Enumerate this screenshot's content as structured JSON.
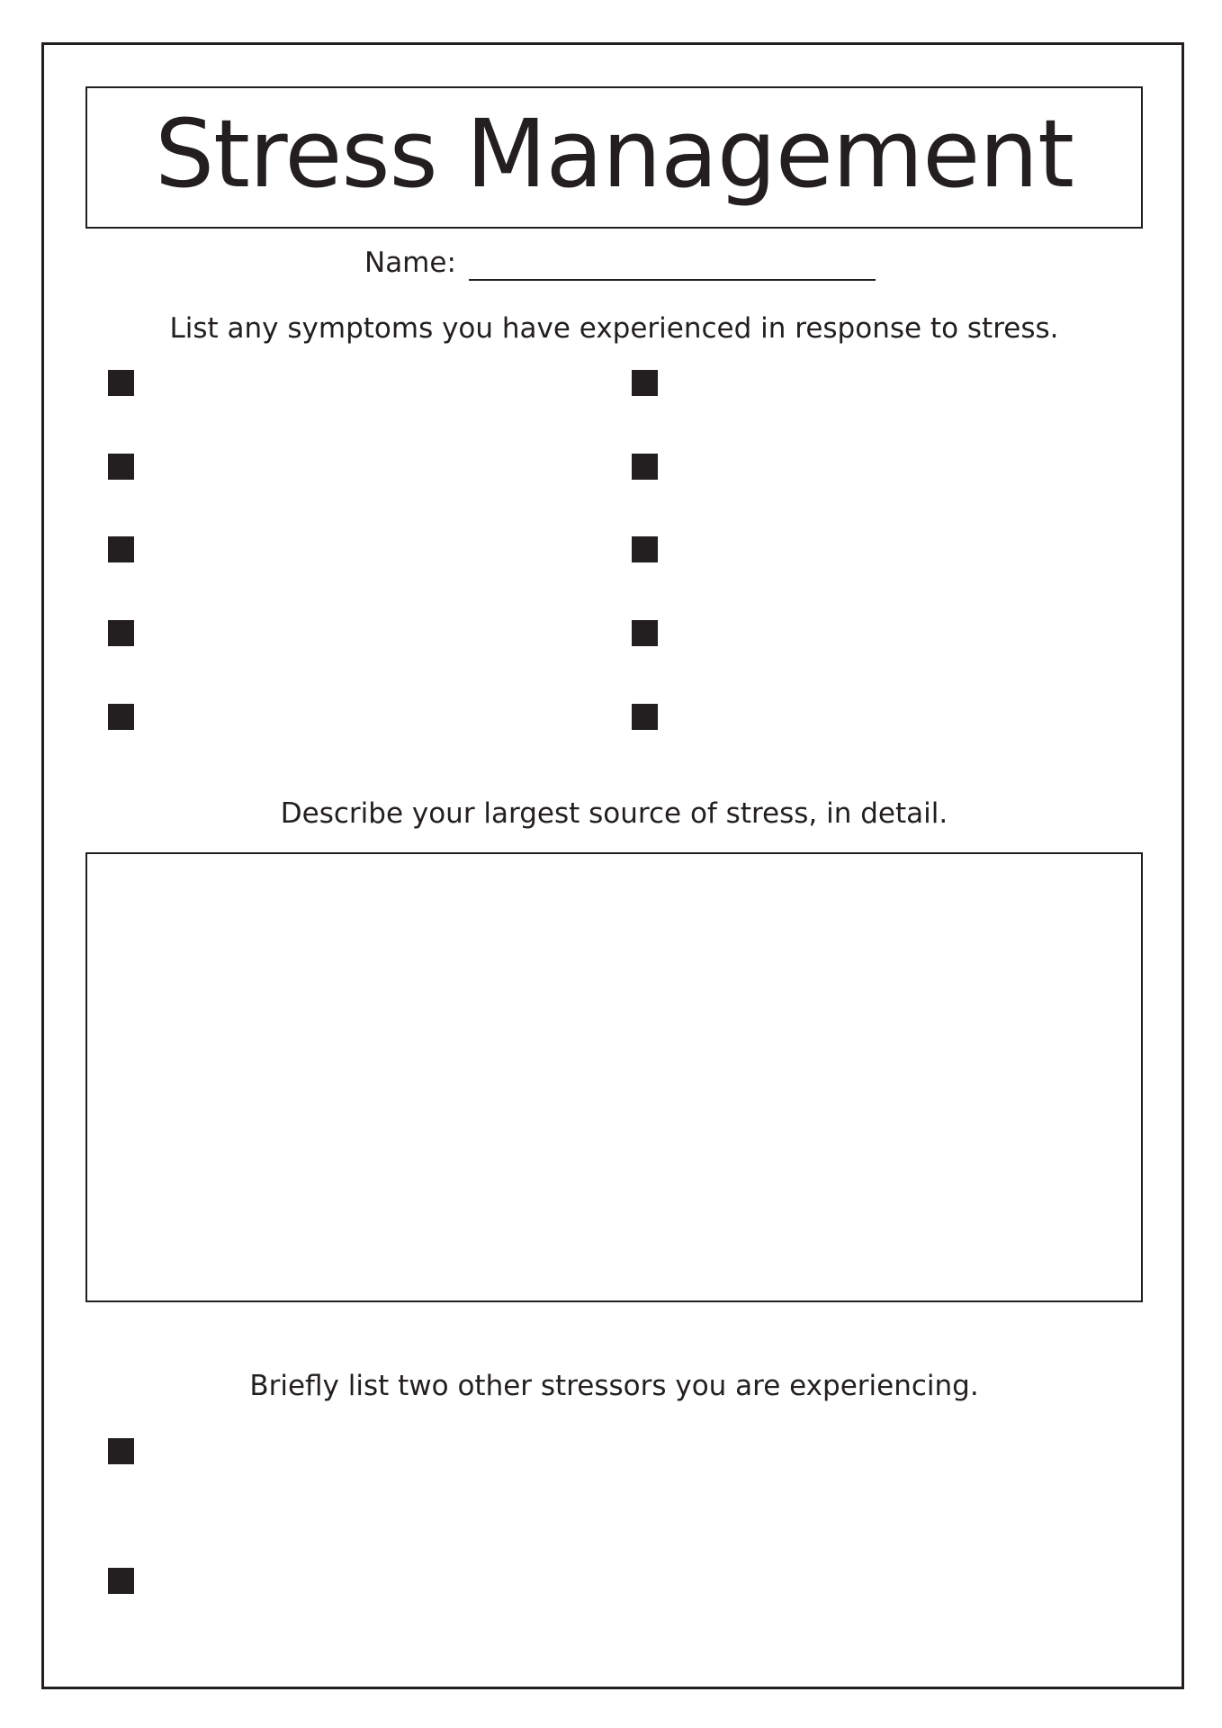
{
  "worksheet": {
    "title": "Stress Management",
    "name_label": "Name:",
    "symptoms_prompt": "List any symptoms you have experienced in response to stress.",
    "source_prompt": "Describe your largest source of stress, in detail.",
    "stressors_prompt": "Briefly list two other stressors you are experiencing.",
    "symptom_bullet_count": 10,
    "stressor_bullet_count": 2
  },
  "colors": {
    "ink": "#231f20",
    "paper": "#ffffff"
  }
}
